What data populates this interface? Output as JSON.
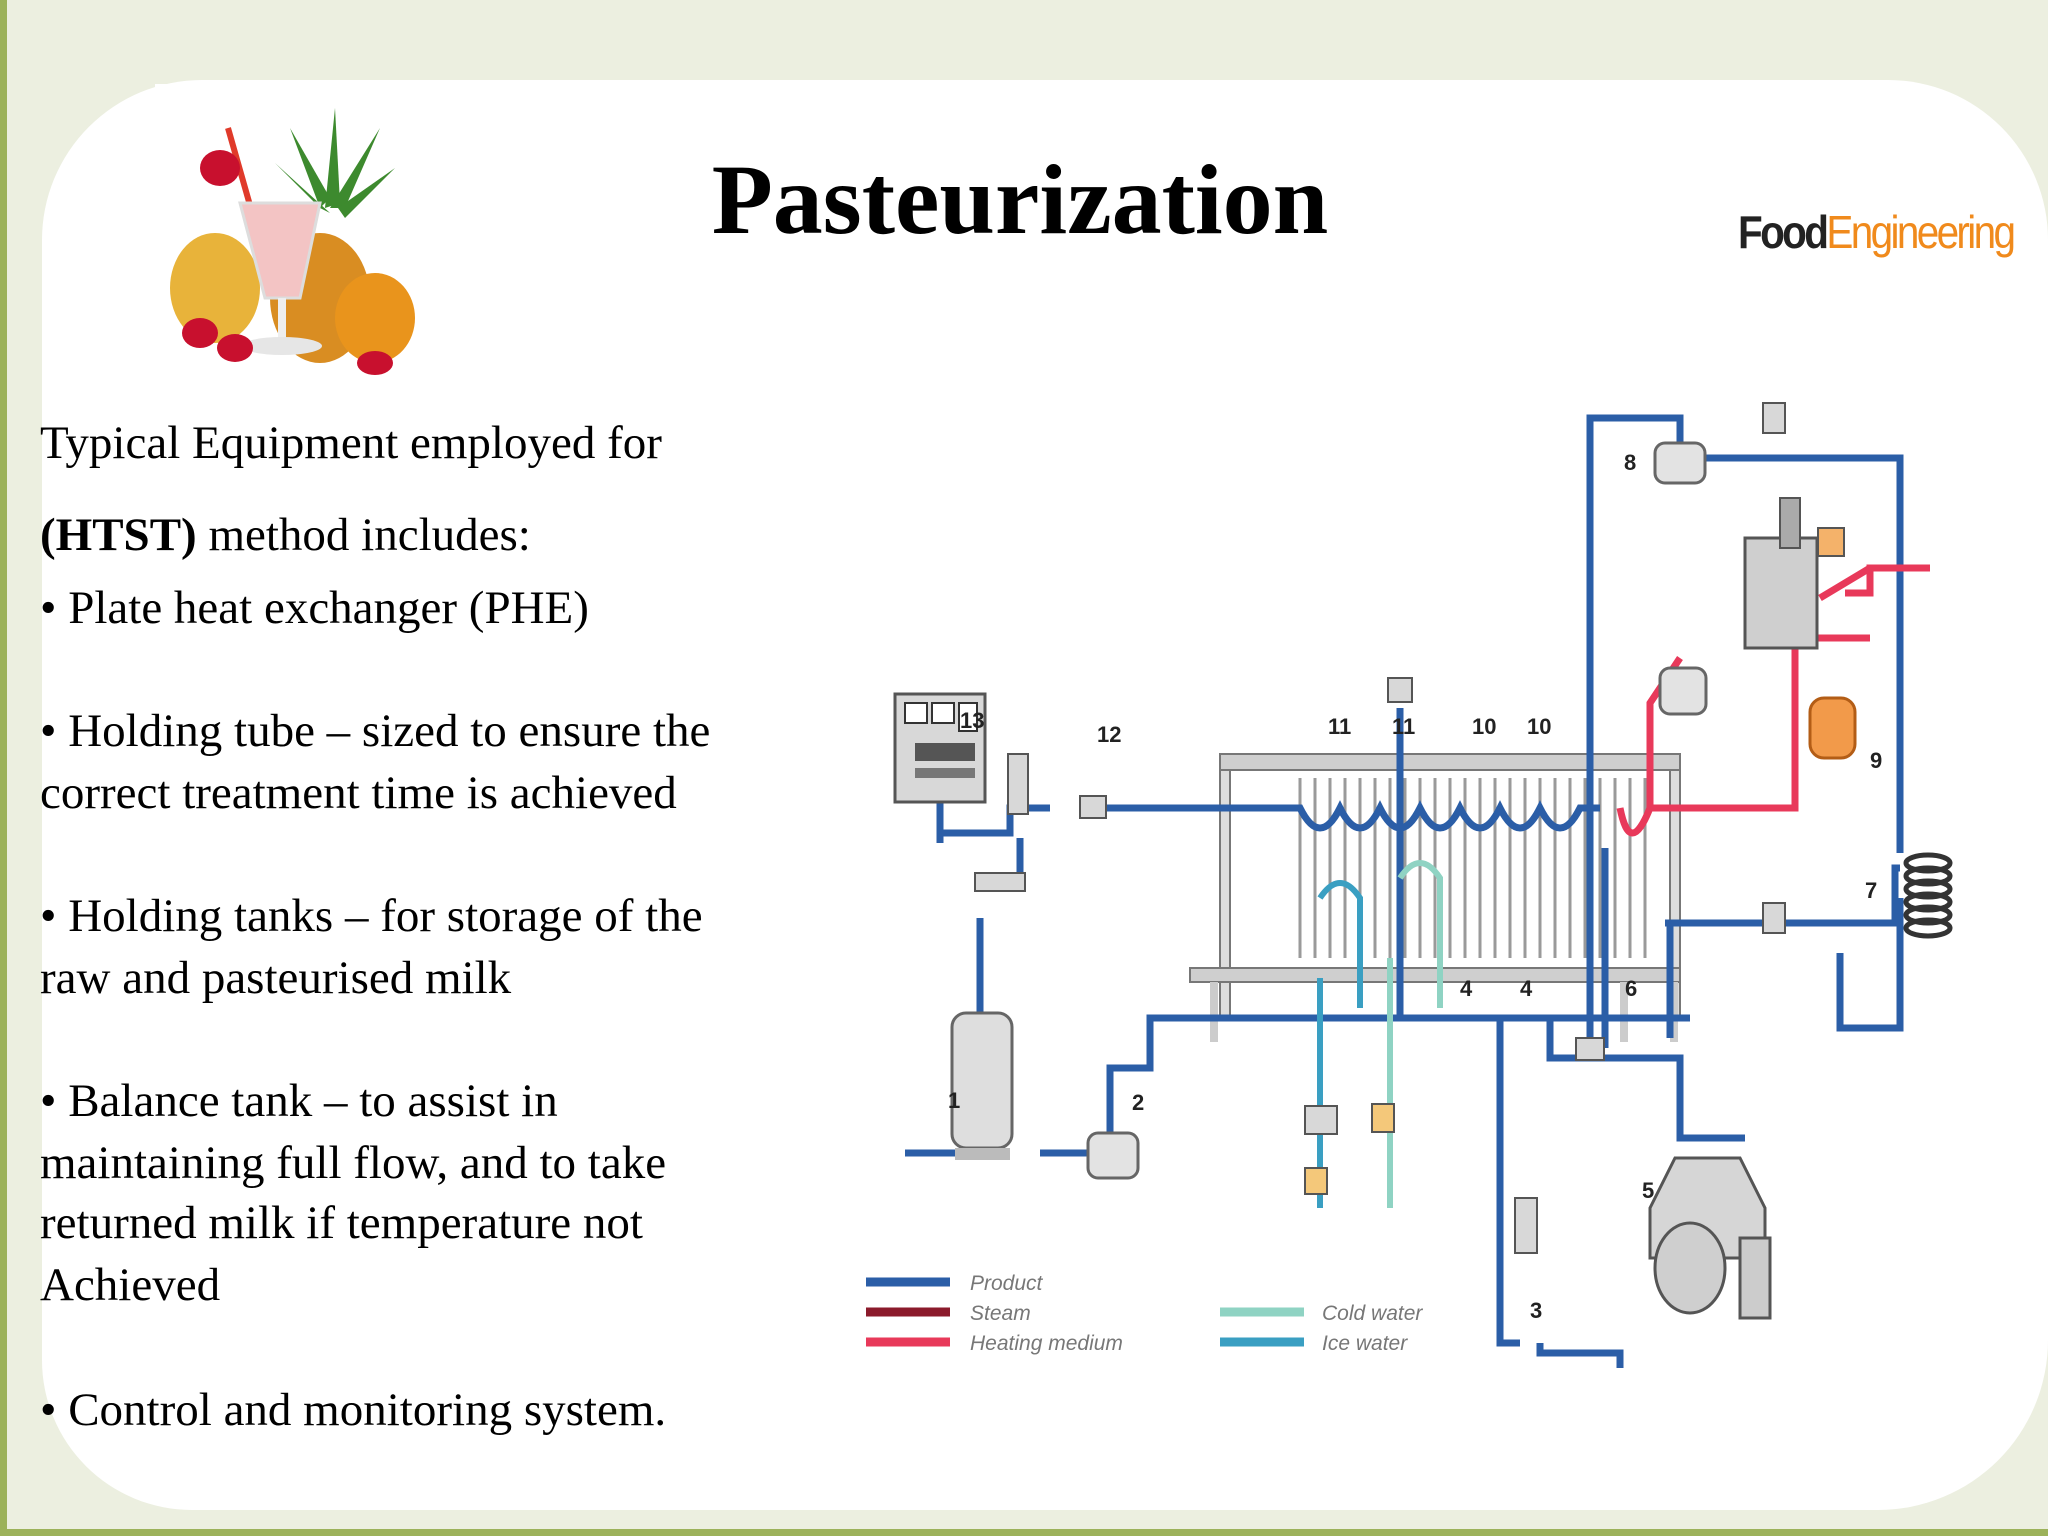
{
  "slide": {
    "title": "Pasteurization",
    "logo": {
      "part1": "Food",
      "part2": "Engineering"
    },
    "intro_line1": "Typical Equipment employed for",
    "intro_bold": "(HTST)",
    "intro_line2_rest": " method includes:",
    "bullets": [
      {
        "lines": [
          "• Plate heat exchanger (PHE)"
        ]
      },
      {
        "lines": [
          "• Holding tube – sized to ensure the",
          "correct treatment time is achieved"
        ]
      },
      {
        "lines": [
          "• Holding tanks – for storage of the",
          "raw and pasteurised milk"
        ]
      },
      {
        "lines": [
          "• Balance tank – to assist in",
          "maintaining full flow, and to take",
          "returned milk if temperature not",
          "Achieved"
        ]
      },
      {
        "lines": [
          "• Control and monitoring system."
        ]
      }
    ]
  },
  "diagram": {
    "numbers": [
      "1",
      "2",
      "3",
      "4",
      "4",
      "5",
      "6",
      "7",
      "8",
      "9",
      "10",
      "10",
      "11",
      "11",
      "12",
      "13"
    ],
    "legend": [
      {
        "label": "Product",
        "color": "#2b5ea7"
      },
      {
        "label": "Steam",
        "color": "#8b1a2b"
      },
      {
        "label": "Heating medium",
        "color": "#e8395a"
      },
      {
        "label": "Cold water",
        "color": "#8fd3c3"
      },
      {
        "label": "Ice water",
        "color": "#3a9fc2"
      }
    ]
  }
}
